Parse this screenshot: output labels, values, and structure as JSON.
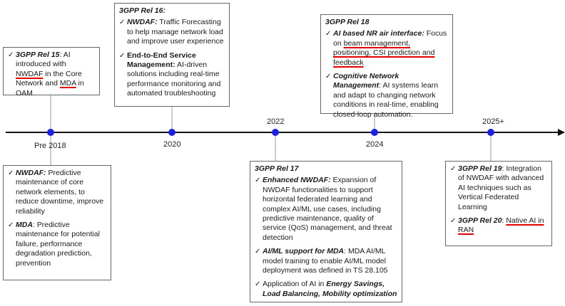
{
  "years": [
    "Pre 2018",
    "2020",
    "2022",
    "2024",
    "2025+"
  ],
  "rel15": {
    "check": "✓",
    "release": "3GPP Rel 15",
    "text_a": ": AI introduced with ",
    "nwdaf": "NWDAF",
    "text_b": " in the Core Network and ",
    "mda": "MDA",
    "text_c": " in OAM"
  },
  "pre2018": {
    "items": [
      {
        "check": "✓",
        "lead": "NWDAF:",
        "text": " Predictive maintenance of core network elements, to reduce downtime, improve reliability"
      },
      {
        "check": "✓",
        "lead": "MDA",
        "text": ": Predictive maintenance for potential failure, performance degradation prediction, prevention"
      }
    ]
  },
  "rel16": {
    "title": "3GPP Rel 16:",
    "items": [
      {
        "check": "✓",
        "lead": "NWDAF:",
        "text": " Traffic Forecasting to help manage network load and improve user experience"
      },
      {
        "check": "✓",
        "lead": "End-to-End Service Management:",
        "text": " AI-driven solutions including real-time performance monitoring and automated troubleshooting"
      }
    ]
  },
  "rel17": {
    "title": "3GPP Rel 17",
    "items": [
      {
        "check": "✓",
        "lead": "Enhanced NWDAF:",
        "text": " Expansion of NWDAF functionalities to support horizontal federated learning and complex AI/ML use cases, including predictive maintenance, quality of service (QoS) management, and threat detection"
      },
      {
        "check": "✓",
        "lead": "AI/ML support for MDA",
        "text": ": MDA  AI/ML model training to enable AI/ML model deployment was defined in TS 28.105"
      },
      {
        "check": "✓",
        "pre": "Application of AI in ",
        "lead": "Energy Savings, Load Balancing, Mobility optimization"
      }
    ]
  },
  "rel18": {
    "title": "3GPP Rel 18",
    "items": [
      {
        "check": "✓",
        "lead": "AI based NR air interface:",
        "text_a": " Focus on ",
        "hl": "beam management, positioning, CSI prediction and feedback"
      },
      {
        "check": "✓",
        "lead": "Cognitive Network Management",
        "text": ": AI systems learn and adapt to changing network conditions in real-time, enabling closed-loop automation."
      }
    ]
  },
  "rel19_20": {
    "items": [
      {
        "check": "✓",
        "lead": "3GPP Rel 19",
        "text": ": Integration of NWDAF with advanced AI techniques such as Vertical Federated Learning"
      },
      {
        "check": "✓",
        "lead": "3GPP Rel 20",
        "text": ": ",
        "hl": "Native AI in RAN"
      }
    ]
  },
  "colors": {
    "axis": "#111111",
    "marker": "#1f1fe0",
    "connector": "#999999",
    "highlight": "#e00000"
  }
}
